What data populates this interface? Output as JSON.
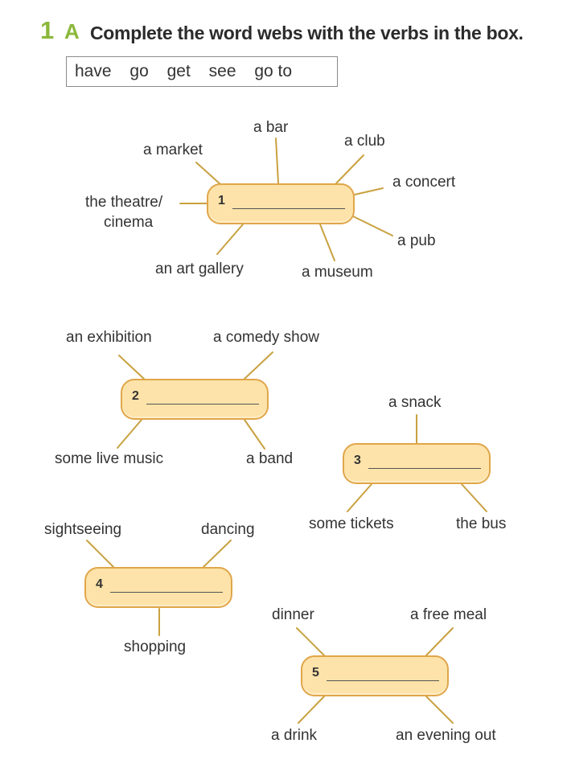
{
  "exercise": {
    "number": "1",
    "letter": "A",
    "instruction": "Complete the word webs with the verbs in the box."
  },
  "word_box": [
    "have",
    "go",
    "get",
    "see",
    "go to"
  ],
  "webs": [
    {
      "number": "1",
      "labels": [
        "a bar",
        "a market",
        "a club",
        "a concert",
        "the theatre/",
        "cinema",
        "a pub",
        "an art gallery",
        "a museum"
      ]
    },
    {
      "number": "2",
      "labels": [
        "an exhibition",
        "a comedy show",
        "some live music",
        "a band"
      ]
    },
    {
      "number": "3",
      "labels": [
        "a snack",
        "some tickets",
        "the bus"
      ]
    },
    {
      "number": "4",
      "labels": [
        "sightseeing",
        "dancing",
        "shopping"
      ]
    },
    {
      "number": "5",
      "labels": [
        "dinner",
        "a free meal",
        "a drink",
        "an evening out"
      ]
    }
  ],
  "colors": {
    "accent_green": "#8bb83a",
    "pill_fill": "#fde3a9",
    "pill_border": "#e0a64a",
    "connector": "#c9a140"
  }
}
